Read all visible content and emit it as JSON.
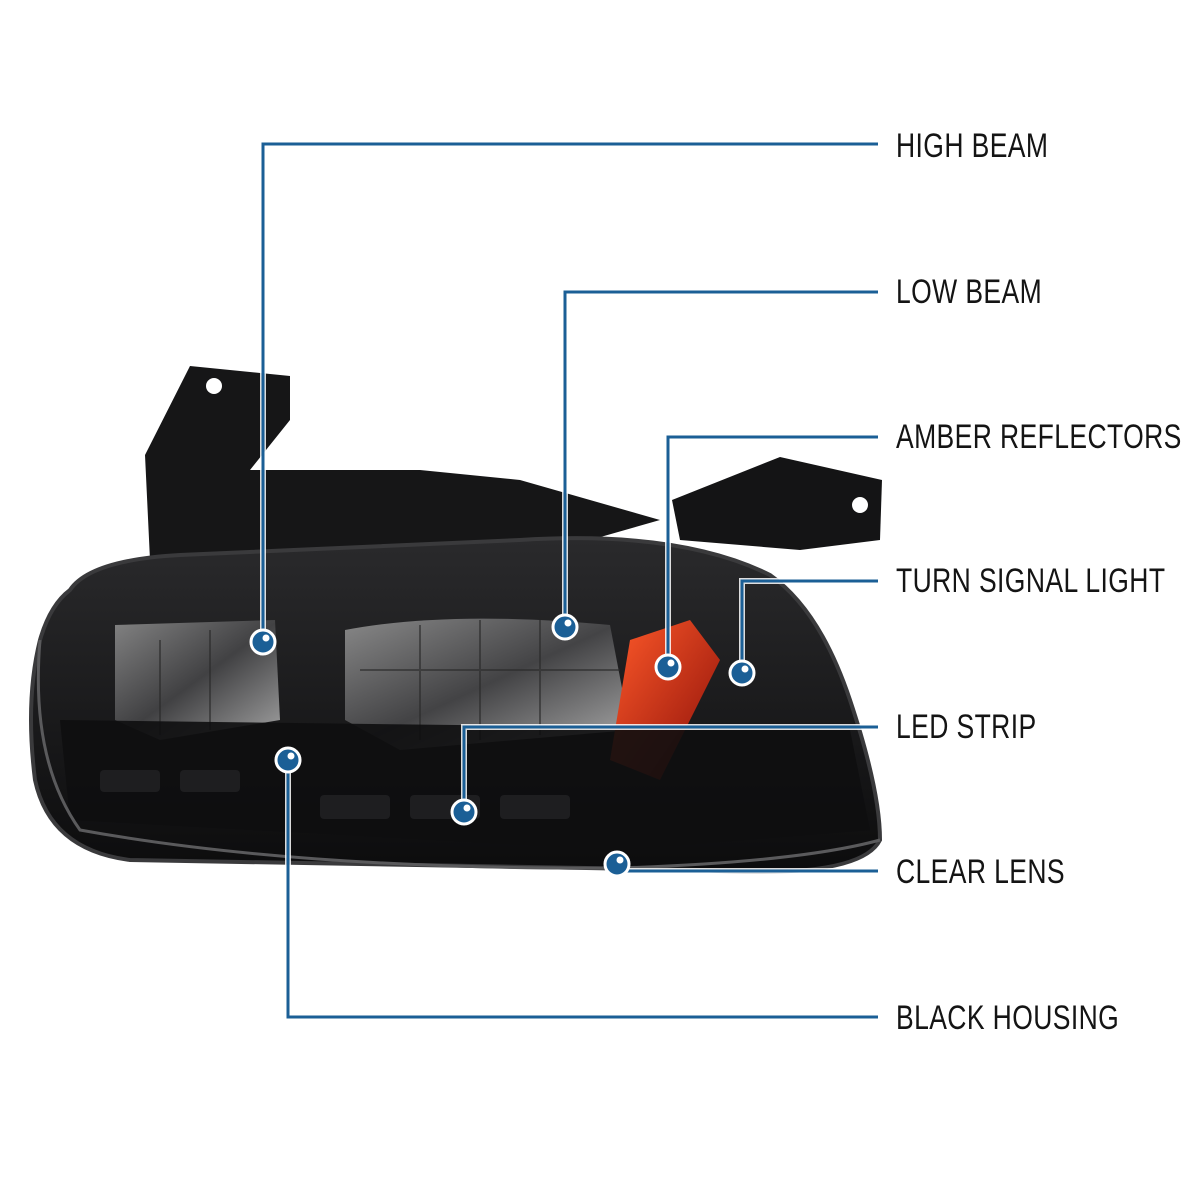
{
  "accent_color": "#1b5f96",
  "callouts": [
    {
      "id": "high-beam",
      "label": "HIGH BEAM"
    },
    {
      "id": "low-beam",
      "label": "LOW BEAM"
    },
    {
      "id": "amber-reflectors",
      "label": "AMBER REFLECTORS"
    },
    {
      "id": "turn-signal-light",
      "label": "TURN SIGNAL LIGHT"
    },
    {
      "id": "led-strip",
      "label": "LED STRIP"
    },
    {
      "id": "clear-lens",
      "label": "CLEAR LENS"
    },
    {
      "id": "black-housing",
      "label": "BLACK HOUSING"
    }
  ]
}
